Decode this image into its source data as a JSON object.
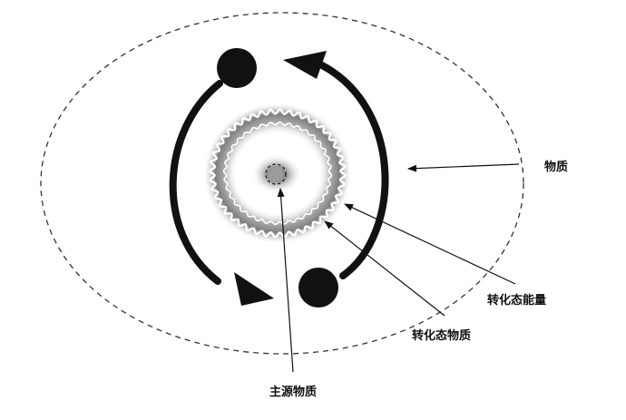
{
  "labels": {
    "matter": "物质",
    "transitional_energy": "转化态能量",
    "transitional_matter": "转化态物质",
    "source_matter": "主源物质"
  },
  "colors": {
    "stroke": "#111111",
    "dashed_orbit": "#333333",
    "core_gray": "#808080",
    "background": "#ffffff"
  }
}
